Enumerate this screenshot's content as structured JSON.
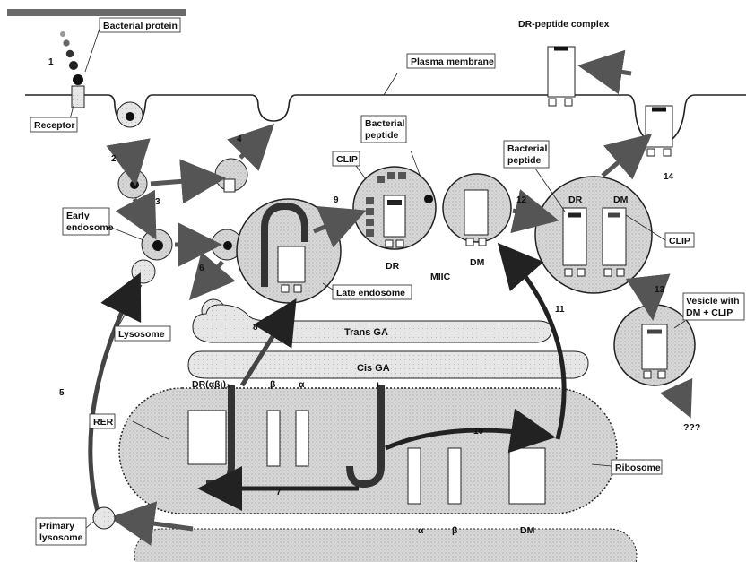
{
  "labels": {
    "bacterial_protein": "Bacterial protein",
    "receptor": "Receptor",
    "plasma_membrane": "Plasma membrane",
    "early_endosome_1": "Early",
    "early_endosome_2": "endosome",
    "lysosome": "Lysosome",
    "primary_lysosome_1": "Primary",
    "primary_lysosome_2": "lysosome",
    "late_endosome": "Late endosome",
    "bacterial_peptide_1a": "Bacterial",
    "bacterial_peptide_1b": "peptide",
    "bacterial_peptide_2a": "Bacterial",
    "bacterial_peptide_2b": "peptide",
    "clip_left": "CLIP",
    "clip_right": "CLIP",
    "dr_left": "DR",
    "dm_left": "DM",
    "miic": "MIIC",
    "dr_right": "DR",
    "dm_right": "DM",
    "dr_peptide_complex": "DR-peptide complex",
    "vesicle_1": "Vesicle with",
    "vesicle_2": "DM + CLIP",
    "trans_ga": "Trans GA",
    "cis_ga": "Cis GA",
    "rer": "RER",
    "ribosome": "Ribosome",
    "dr_alpha_beta_iota": "DR(αβι)₃",
    "beta_top": "β",
    "alpha_top": "α",
    "iota": "ι",
    "alpha_bottom": "α",
    "beta_bottom": "β",
    "dm_bottom": "DM",
    "question": "???"
  },
  "steps": [
    "1",
    "2",
    "3",
    "4",
    "5",
    "6",
    "7",
    "8",
    "9",
    "10",
    "11",
    "12",
    "13",
    "14"
  ]
}
